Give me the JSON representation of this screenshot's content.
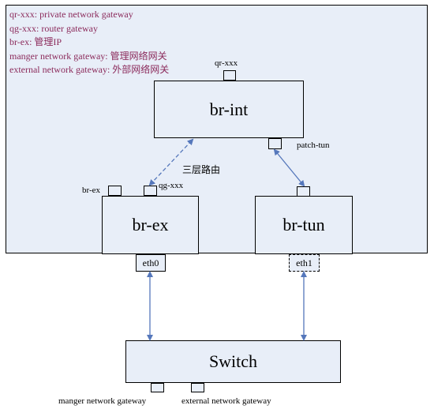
{
  "legend": [
    "qr-xxx: private network gateway",
    "qg-xxx: router gateway",
    "br-ex: 管理IP",
    "manger network gateway: 管理网络网关",
    "external network gateway: 外部网络网关"
  ],
  "bridges": {
    "br_int": "br-int",
    "br_ex": "br-ex",
    "br_tun": "br-tun",
    "switch": "Switch"
  },
  "ports": {
    "qr": "qr-xxx",
    "patch_tun": "patch-tun",
    "br_ex_port": "br-ex",
    "qg": "qg-xxx",
    "eth0": "eth0",
    "eth1": "eth1",
    "manger_gateway": "manger network gateway",
    "external_gateway": "external network gateway"
  },
  "links": {
    "l3_routing": "三层路由"
  },
  "colors": {
    "fill": "#e8eef8",
    "legend_text": "#8b2a5b",
    "link": "#5577bb"
  }
}
